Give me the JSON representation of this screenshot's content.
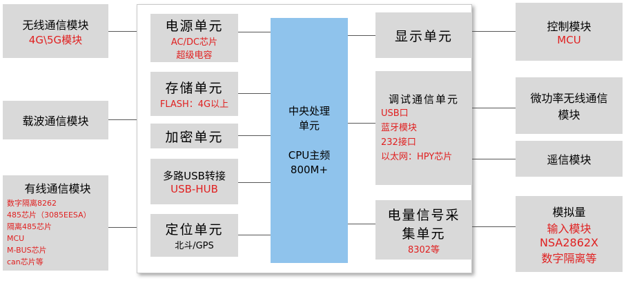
{
  "cpu": {
    "line1": "中央处理",
    "line2": "单元",
    "line3": "CPU主频",
    "line4": "800M+"
  },
  "left": {
    "wireless": {
      "title": "无线通信模块",
      "sub": "4G\\5G模块"
    },
    "carrier": {
      "title": "载波通信模块"
    },
    "wired": {
      "title": "有线通信模块",
      "items": [
        "数字隔离8262",
        "485芯片（3085EESA）",
        "隔离485芯片",
        "MCU",
        "M-BUS芯片",
        "can芯片等"
      ]
    }
  },
  "inner_left": {
    "power": {
      "title": "电源单元",
      "sub1": "AC/DC芯片",
      "sub2": "超级电容"
    },
    "storage": {
      "title": "存储单元",
      "sub": "FLASH：4G以上"
    },
    "crypto": {
      "title": "加密单元"
    },
    "usb": {
      "title": "多路USB转接",
      "sub": "USB-HUB"
    },
    "position": {
      "title": "定位单元",
      "sub": "北斗/GPS"
    }
  },
  "inner_right": {
    "display": {
      "title": "显示单元"
    },
    "debug": {
      "title": "调试通信单元",
      "items": [
        "USB口",
        "蓝牙模块",
        "232接口",
        "以太网：HPY芯片"
      ]
    },
    "power_sampling": {
      "title1": "电量信号采",
      "title2": "集单元",
      "sub": "8302等"
    }
  },
  "right": {
    "control": {
      "title": "控制模块",
      "sub": "MCU"
    },
    "micropower": {
      "title1": "微功率无线通信",
      "title2": "模块"
    },
    "telesignal": {
      "title": "遥信模块"
    },
    "analog": {
      "title": "模拟量",
      "sub1": "输入模块",
      "sub2": "NSA2862X",
      "sub3": "数字隔离等"
    }
  }
}
